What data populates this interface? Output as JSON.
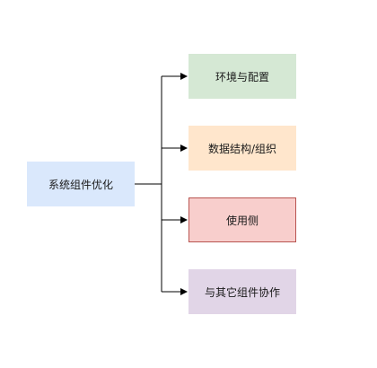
{
  "root": {
    "label": "系统组件优化",
    "fill": "#dae8fc"
  },
  "children": [
    {
      "label": "环境与配置",
      "fill": "#d5e8d4"
    },
    {
      "label": "数据结构/组织",
      "fill": "#ffe6cc"
    },
    {
      "label": "使用侧",
      "fill": "#f8cecc",
      "border": "#b85450"
    },
    {
      "label": "与其它组件协作",
      "fill": "#e1d5e7"
    }
  ],
  "colors": {
    "connector": "#000000"
  }
}
